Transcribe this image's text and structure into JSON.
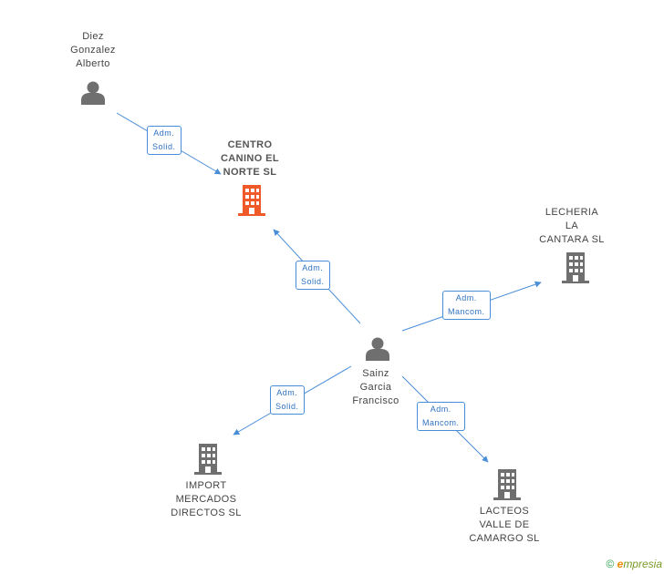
{
  "colors": {
    "edge": "#4a8ed8",
    "person": "#6f6f6f",
    "company": "#6f6f6f",
    "main_company": "#f05a28"
  },
  "nodes": {
    "diez": {
      "lines": [
        "Diez",
        "Gonzalez",
        "Alberto"
      ],
      "icon": "person-icon"
    },
    "centro": {
      "lines": [
        "CENTRO",
        "CANINO EL",
        "NORTE SL"
      ],
      "icon": "building-icon",
      "highlight": true
    },
    "lecheria": {
      "lines": [
        "LECHERIA",
        "LA",
        "CANTARA SL"
      ],
      "icon": "building-icon"
    },
    "sainz": {
      "lines": [
        "Sainz",
        "Garcia",
        "Francisco"
      ],
      "icon": "person-icon"
    },
    "import": {
      "lines": [
        "IMPORT",
        "MERCADOS",
        "DIRECTOS SL"
      ],
      "icon": "building-icon"
    },
    "lacteos": {
      "lines": [
        "LACTEOS",
        "VALLE DE",
        "CAMARGO SL"
      ],
      "icon": "building-icon"
    }
  },
  "edges": [
    {
      "id": "e1",
      "from": "diez",
      "to": "centro",
      "label": [
        "Adm.",
        "Solid."
      ]
    },
    {
      "id": "e2",
      "from": "sainz",
      "to": "centro",
      "label": [
        "Adm.",
        "Solid."
      ]
    },
    {
      "id": "e3",
      "from": "sainz",
      "to": "lecheria",
      "label": [
        "Adm.",
        "Mancom."
      ]
    },
    {
      "id": "e4",
      "from": "sainz",
      "to": "import",
      "label": [
        "Adm.",
        "Solid."
      ]
    },
    {
      "id": "e5",
      "from": "sainz",
      "to": "lacteos",
      "label": [
        "Adm.",
        "Mancom."
      ]
    }
  ],
  "footer": {
    "copyright": "©",
    "brand_initial": "e",
    "brand_rest": "mpresia"
  }
}
